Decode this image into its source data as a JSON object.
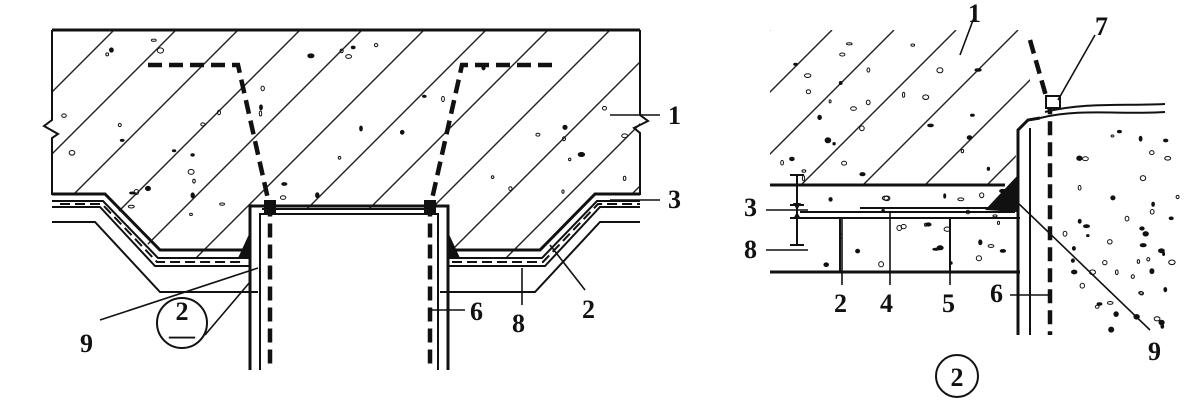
{
  "left_detail": {
    "callouts": [
      "1",
      "3",
      "2",
      "8",
      "6",
      "9"
    ],
    "section_marker_number": "2",
    "section_marker_bar": "—"
  },
  "right_detail": {
    "callouts": [
      "1",
      "7",
      "3",
      "8",
      "2",
      "4",
      "5",
      "6",
      "9"
    ],
    "title_number": "2"
  }
}
